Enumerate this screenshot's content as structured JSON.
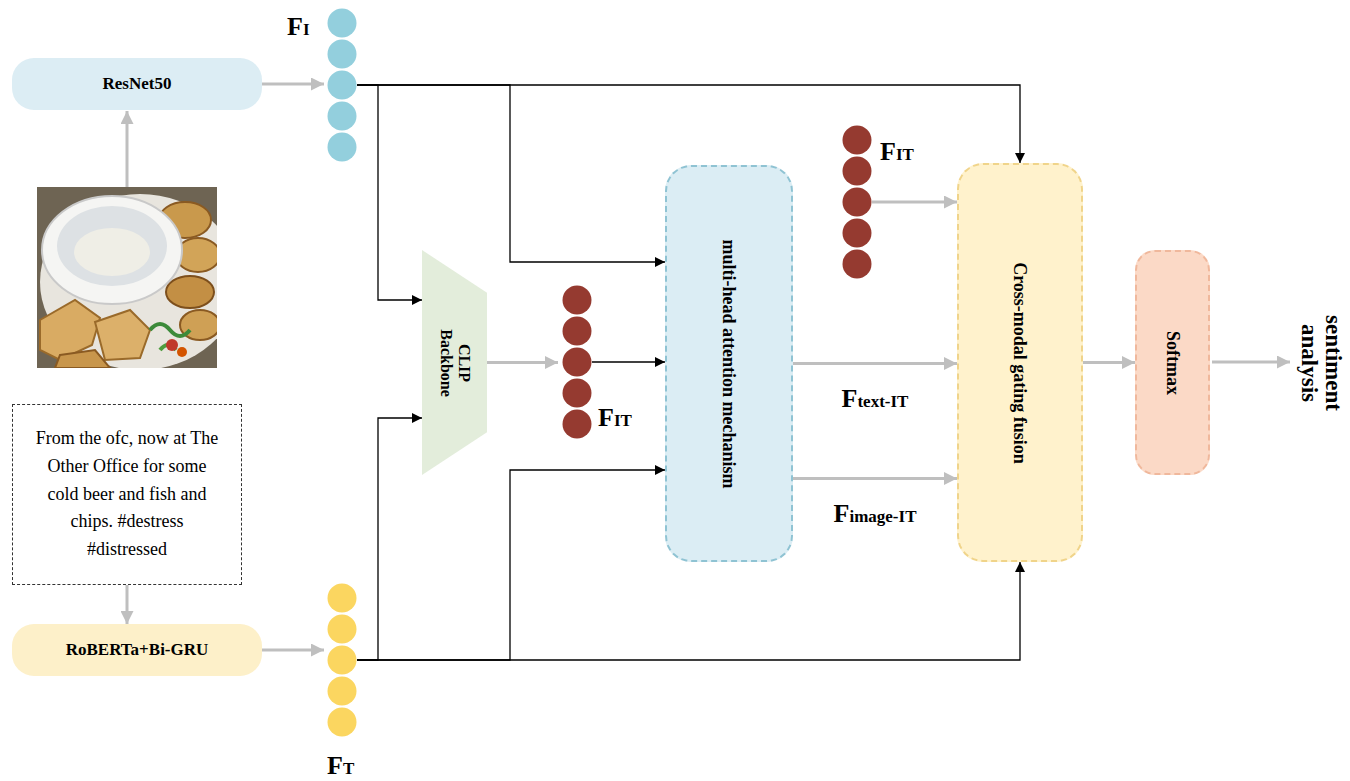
{
  "diagram": {
    "nodes": [
      {
        "text": [
          "ResNet50"
        ]
      },
      {
        "text": [
          "From the ofc, now at The Other Office for some cold beer and fish and chips. #destress #distressed"
        ]
      },
      {
        "text": [
          "RoBERTa+Bi-GRU"
        ]
      },
      {
        "text": [
          "FI"
        ]
      },
      {
        "text": [
          "FT"
        ]
      },
      {
        "text": [
          "CLIP Backbone"
        ]
      },
      {
        "text": [
          "FIT"
        ]
      },
      {
        "text": [
          "multi-head attention mechanism"
        ]
      },
      {
        "text": [
          "FIT"
        ]
      },
      {
        "text": [
          "Cross-modal gating fusion"
        ]
      },
      {
        "text": [
          "Softmax"
        ]
      }
    ],
    "edges": [
      {
        "from": 0,
        "to": 3,
        "arrow": "to"
      },
      {
        "from": 1,
        "to": 2,
        "arrow": "to"
      },
      {
        "from": 2,
        "to": 4,
        "arrow": "to"
      },
      {
        "from": 3,
        "to": 5,
        "arrow": "to"
      },
      {
        "from": 4,
        "to": 5,
        "arrow": "to"
      },
      {
        "from": 3,
        "to": 7,
        "arrow": "to"
      },
      {
        "from": 4,
        "to": 7,
        "arrow": "to"
      },
      {
        "from": 3,
        "to": 9,
        "arrow": "to"
      },
      {
        "from": 4,
        "to": 9,
        "arrow": "to"
      },
      {
        "from": 5,
        "to": 6,
        "arrow": "to"
      },
      {
        "from": 6,
        "to": 7,
        "arrow": "to"
      },
      {
        "from": 8,
        "to": 9,
        "arrow": "to"
      },
      {
        "from": 7,
        "to": 9,
        "label": "Ftext-IT",
        "arrow": "to"
      },
      {
        "from": 7,
        "to": 9,
        "label": "Fimage-IT",
        "arrow": "to"
      },
      {
        "from": 9,
        "to": 10,
        "arrow": "to"
      }
    ],
    "labels": [
      "sentiment analysis"
    ]
  }
}
